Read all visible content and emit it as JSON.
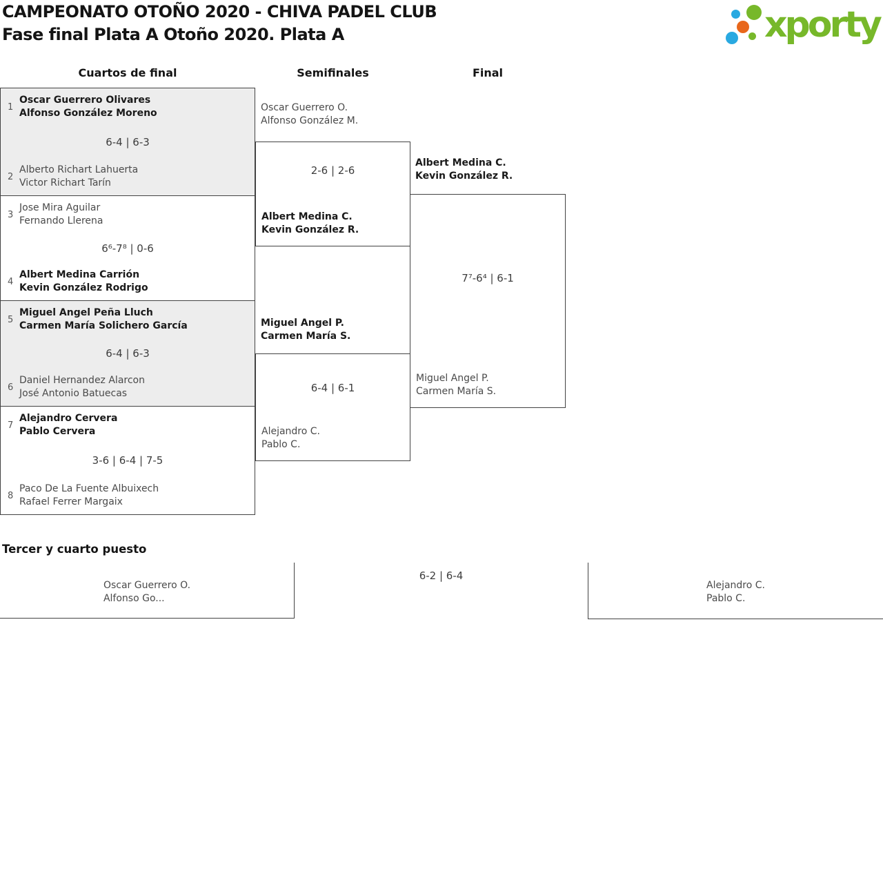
{
  "header": {
    "title_line1": "CAMPEONATO OTOÑO 2020 - CHIVA PADEL CLUB",
    "title_line2": "Fase final Plata A Otoño 2020. Plata A",
    "logo": {
      "text": "xporty",
      "green": "#77b82a",
      "blue": "#29a9e1",
      "orange": "#e8671b"
    }
  },
  "round_headers": {
    "quarterfinals": "Cuartos de final",
    "semifinals": "Semifinales",
    "final": "Final"
  },
  "quarterfinals": [
    {
      "top_seed": "1",
      "top_team": {
        "player1": "Oscar Guerrero Olivares",
        "player2": "Alfonso González Moreno",
        "winner": true
      },
      "score": "6-4 | 6-3",
      "bottom_seed": "2",
      "bottom_team": {
        "player1": "Alberto Richart Lahuerta",
        "player2": "Victor Richart Tarín",
        "winner": false
      }
    },
    {
      "top_seed": "3",
      "top_team": {
        "player1": "Jose Mira Aguilar",
        "player2": "Fernando Llerena",
        "winner": false
      },
      "score": "6⁶-7⁸ | 0-6",
      "bottom_seed": "4",
      "bottom_team": {
        "player1": "Albert Medina Carrión",
        "player2": "Kevin González Rodrigo",
        "winner": true
      }
    },
    {
      "top_seed": "5",
      "top_team": {
        "player1": "Miguel Angel Peña Lluch",
        "player2": "Carmen María Solichero García",
        "winner": true
      },
      "score": "6-4 | 6-3",
      "bottom_seed": "6",
      "bottom_team": {
        "player1": "Daniel Hernandez Alarcon",
        "player2": "José Antonio Batuecas",
        "winner": false
      }
    },
    {
      "top_seed": "7",
      "top_team": {
        "player1": "Alejandro Cervera",
        "player2": "Pablo Cervera",
        "winner": true
      },
      "score": "3-6 | 6-4 | 7-5",
      "bottom_seed": "8",
      "bottom_team": {
        "player1": "Paco De La Fuente Albuixech",
        "player2": "Rafael Ferrer Margaix",
        "winner": false
      }
    }
  ],
  "semifinals": [
    {
      "top_team": {
        "player1": "Oscar Guerrero O.",
        "player2": "Alfonso González M.",
        "winner": false
      },
      "score": "2-6 | 2-6",
      "bottom_team": {
        "player1": "Albert Medina C.",
        "player2": "Kevin González R.",
        "winner": true
      }
    },
    {
      "top_team": {
        "player1": "Miguel Angel P.",
        "player2": "Carmen María S.",
        "winner": true
      },
      "score": "6-4 | 6-1",
      "bottom_team": {
        "player1": "Alejandro C.",
        "player2": "Pablo C.",
        "winner": false
      }
    }
  ],
  "final": {
    "top_team": {
      "player1": "Albert Medina C.",
      "player2": "Kevin González R.",
      "winner": true
    },
    "score": "7⁷-6⁴ | 6-1",
    "bottom_team": {
      "player1": "Miguel Angel P.",
      "player2": "Carmen María S.",
      "winner": false
    }
  },
  "third_place": {
    "heading": "Tercer y cuarto puesto",
    "left_team": {
      "player1": "Oscar Guerrero O.",
      "player2": "Alfonso Go..."
    },
    "score": "6-2 | 6-4",
    "right_team": {
      "player1": "Alejandro C.",
      "player2": "Pablo C."
    }
  }
}
